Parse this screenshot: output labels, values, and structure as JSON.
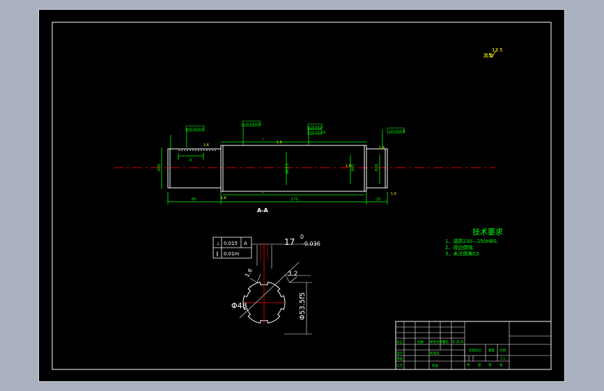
{
  "colors": {
    "background": "#a9b1bf",
    "sheet": "#000000",
    "green": "#00ff00",
    "yellow": "#ffff00",
    "white": "#ffffff",
    "red": "#ff0000",
    "centerline": "#e00000"
  },
  "corner_note": {
    "roughness": "12.5",
    "text": "其余"
  },
  "section": {
    "label": "A-A"
  },
  "shaft_labels": {
    "tol_box_1": "↗|0.02|A-B",
    "tol_box_2": "↗|0.02|A-B",
    "tol_box_3": "⊥|0.02|A",
    "tol_box_4": "↗|0.02|A-B",
    "tol_box_5": "↗|0.02|A-B",
    "dim_left_height": "Φ30",
    "dim_keyway": "8",
    "dim_main_dia": "Φ63.5",
    "dim_right_dia": "Φ35",
    "dim_far_right": "Φ30",
    "len_left": "60",
    "len_mid": "175",
    "len_right": "25",
    "len_L_top": "l",
    "len_L_bottom": "L",
    "rough_small": "1.6"
  },
  "spline_detail": {
    "frame": [
      {
        "sym": "⊥",
        "tol": "0.015",
        "datum": "A"
      },
      {
        "sym": "∥",
        "tol": "0.01m",
        "datum": ""
      }
    ],
    "width_value": "17",
    "upper_dev": "0",
    "lower_dev": "-0.036",
    "roughness_1": "1.6",
    "roughness_2": "3.2",
    "inner_dia": "Φ48",
    "outer_dia": "Φ53.5f5"
  },
  "tech_req": {
    "title": "技术要求",
    "items": [
      "1、调质230—250HBS;",
      "2、锐边倒钝;",
      "3、未注倒角C2."
    ]
  },
  "title_block": {
    "row1": [
      "标记",
      "处数",
      "更改文件号",
      "签名",
      "年.月.日"
    ],
    "row2": [
      "设计",
      "",
      "标准化",
      "",
      "阶段标记",
      "重量",
      "比例"
    ],
    "row3": [
      "审核",
      "",
      "",
      "",
      "",
      "",
      "1:1"
    ],
    "row4": [
      "工艺",
      "",
      "批准",
      "",
      "共",
      "张",
      "第",
      "张"
    ]
  }
}
